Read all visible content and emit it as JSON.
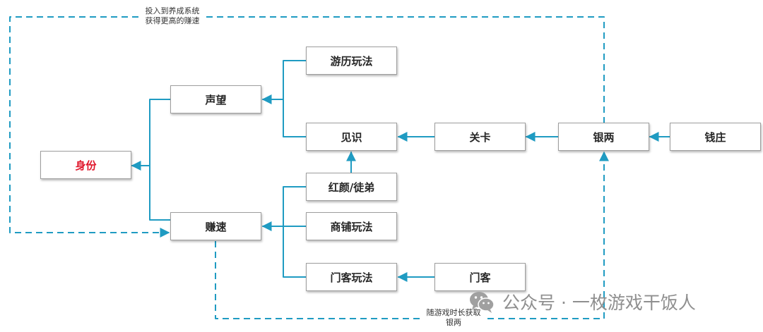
{
  "nodes": {
    "shenfen": "身份",
    "shengwang": "声望",
    "zhuansu": "赚速",
    "youli": "游历玩法",
    "jianshi": "见识",
    "hongyan": "红颜/徒弟",
    "shangpu": "商铺玩法",
    "menke_play": "门客玩法",
    "guanka": "关卡",
    "yinliang": "银两",
    "qianzhuang": "钱庄",
    "menke": "门客"
  },
  "annotations": {
    "top_line1": "投入到养成系统",
    "top_line2": "获得更高的赚速",
    "bottom_line1": "随游戏时长获取",
    "bottom_line2": "银两"
  },
  "watermark": {
    "text": "公众号 · 一枚游戏干饭人",
    "icon": "wechat-icon"
  },
  "colors": {
    "connector": "#1f9bc2",
    "highlight_text": "#e0162b"
  }
}
